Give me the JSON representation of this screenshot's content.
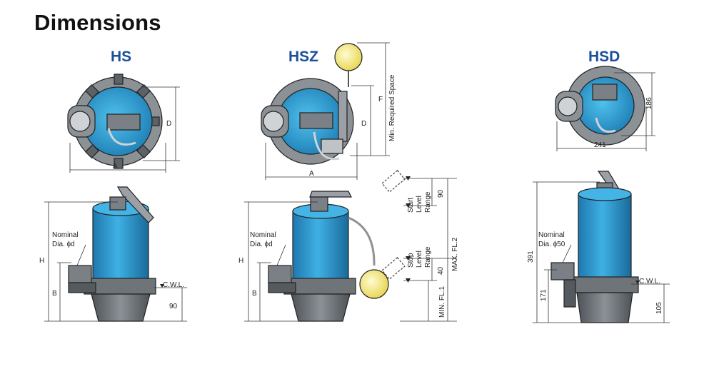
{
  "title": "Dimensions",
  "colors": {
    "pump_blue": "#2f9fd6",
    "pump_blue_dark": "#1f6f9f",
    "grey_base": "#6f7478",
    "float_yellow": "#f6ea7a",
    "title_blue": "#1a4f9c"
  },
  "models": {
    "hs": {
      "label": "HS",
      "dim_a": "A",
      "dim_d": "D",
      "dim_h": "H",
      "dim_b": "B",
      "nominal": "Nominal",
      "dia": "Dia. ϕd",
      "cwl": "C.W.L.",
      "cwl_height": "90"
    },
    "hsz": {
      "label": "HSZ",
      "dim_a": "A",
      "dim_d": "D",
      "dim_f": "F",
      "min_space": "Min. Required Space",
      "dim_h": "H",
      "dim_b": "B",
      "nominal": "Nominal",
      "dia": "Dia. ϕd",
      "start_1": "Start",
      "start_2": "Level",
      "start_3": "Range",
      "start_val": "90",
      "stop_1": "Stop",
      "stop_2": "Level",
      "stop_3": "Range",
      "stop_val": "40",
      "max_fl": "MAX. FL.2",
      "min_fl": "MIN. FL.1"
    },
    "hsd": {
      "label": "HSD",
      "top_width": "241",
      "top_height": "186",
      "height": "391",
      "inlet_height": "171",
      "nominal": "Nominal",
      "dia": "Dia. ϕ50",
      "cwl": "C.W.L.",
      "cwl_height": "105"
    }
  }
}
